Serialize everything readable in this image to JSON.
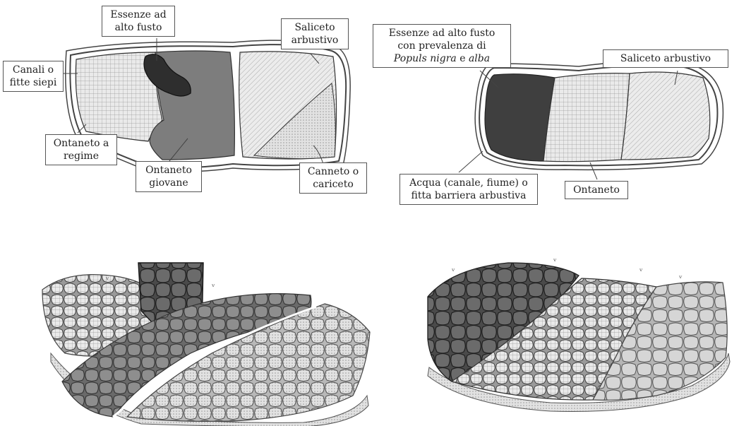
{
  "left_plan": {
    "labels": {
      "high_trees": [
        "Essenze ad",
        "alto fusto"
      ],
      "willow": [
        "Saliceto",
        "arbustivo"
      ],
      "canals": [
        "Canali o",
        "fitte siepi"
      ],
      "alder_regime": [
        "Ontaneto a",
        "regime"
      ],
      "alder_young": [
        "Ontaneto",
        "giovane"
      ],
      "reeds": [
        "Canneto o",
        "cariceto"
      ]
    }
  },
  "right_plan": {
    "labels": {
      "high_trees_line1": "Essenze ad alto fusto",
      "high_trees_line2": "con prevalenza di",
      "high_trees_line3_italic_a": "Populs nigra",
      "high_trees_line3_mid": " e ",
      "high_trees_line3_italic_b": "alba",
      "willow": "Saliceto arbustivo",
      "water": [
        "Acqua (canale, fiume) o",
        "fitta barriera arbustiva"
      ],
      "alder": "Ontaneto"
    }
  },
  "colors": {
    "dark_woodland": "#3a3a3a",
    "mid_grey_zone": "#8a8a8a",
    "light_crosshatch": "#e4e4e4",
    "outline": "#444444"
  }
}
